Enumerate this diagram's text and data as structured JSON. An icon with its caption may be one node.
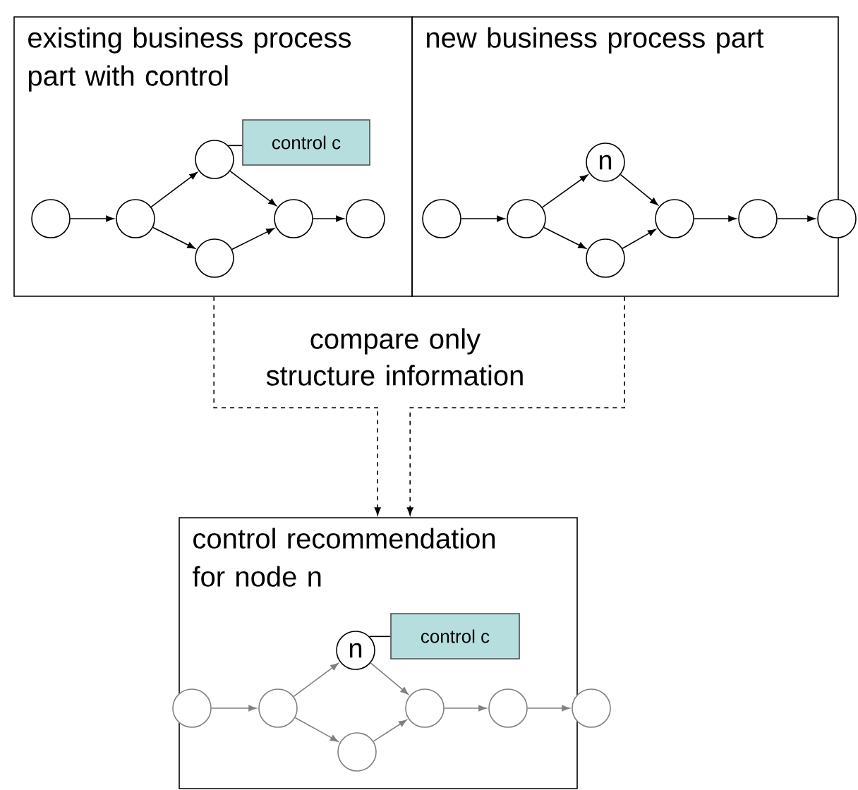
{
  "diagram": {
    "nodes": [
      {
        "text": [
          "existing business process part with control"
        ]
      },
      {
        "text": [],
        "shape": "circle",
        "in": 0
      },
      {
        "text": [],
        "shape": "circle",
        "in": 0
      },
      {
        "text": [],
        "shape": "circle",
        "in": 0
      },
      {
        "text": [],
        "shape": "circle",
        "in": 0
      },
      {
        "text": [],
        "shape": "circle",
        "in": 0
      },
      {
        "text": [],
        "shape": "circle",
        "in": 0
      },
      {
        "text": [
          "control c"
        ],
        "in": 0
      },
      {
        "text": [
          "new business process part"
        ]
      },
      {
        "text": [],
        "shape": "circle",
        "in": 8
      },
      {
        "text": [],
        "shape": "circle",
        "in": 8
      },
      {
        "text": [
          "n"
        ],
        "in": 8
      },
      {
        "text": [],
        "shape": "circle",
        "in": 8
      },
      {
        "text": [],
        "shape": "circle",
        "in": 8
      },
      {
        "text": [],
        "shape": "circle",
        "in": 8
      },
      {
        "text": [],
        "shape": "circle"
      },
      {
        "text": [
          "control recommendation for node n"
        ]
      },
      {
        "text": [],
        "shape": "circle"
      },
      {
        "text": [],
        "shape": "circle",
        "in": 16
      },
      {
        "text": [
          "n"
        ],
        "in": 16
      },
      {
        "text": [],
        "shape": "circle",
        "in": 16
      },
      {
        "text": [],
        "shape": "circle",
        "in": 16
      },
      {
        "text": [],
        "shape": "circle",
        "in": 16
      },
      {
        "text": [],
        "shape": "circle"
      },
      {
        "text": [
          "control c"
        ],
        "in": 16
      }
    ],
    "edges": [
      {
        "from": 1,
        "to": 2,
        "arrow": "to"
      },
      {
        "from": 2,
        "to": 3,
        "arrow": "to"
      },
      {
        "from": 2,
        "to": 4,
        "arrow": "to"
      },
      {
        "from": 3,
        "to": 5,
        "arrow": "to"
      },
      {
        "from": 4,
        "to": 5,
        "arrow": "to"
      },
      {
        "from": 5,
        "to": 6,
        "arrow": "to"
      },
      {
        "from": 3,
        "to": 7,
        "arrow": "none"
      },
      {
        "from": 9,
        "to": 10,
        "arrow": "to"
      },
      {
        "from": 10,
        "to": 11,
        "arrow": "to"
      },
      {
        "from": 10,
        "to": 12,
        "arrow": "to"
      },
      {
        "from": 11,
        "to": 13,
        "arrow": "to"
      },
      {
        "from": 12,
        "to": 13,
        "arrow": "to"
      },
      {
        "from": 13,
        "to": 14,
        "arrow": "to"
      },
      {
        "from": 14,
        "to": 15,
        "arrow": "to"
      },
      {
        "from": 17,
        "to": 18,
        "arrow": "to",
        "color": "#808080"
      },
      {
        "from": 18,
        "to": 19,
        "arrow": "to",
        "color": "#808080"
      },
      {
        "from": 18,
        "to": 20,
        "arrow": "to",
        "color": "#808080"
      },
      {
        "from": 19,
        "to": 21,
        "arrow": "to",
        "color": "#808080"
      },
      {
        "from": 20,
        "to": 21,
        "arrow": "to",
        "color": "#808080"
      },
      {
        "from": 21,
        "to": 22,
        "arrow": "to",
        "color": "#808080"
      },
      {
        "from": 22,
        "to": 23,
        "arrow": "to",
        "color": "#808080"
      },
      {
        "from": 19,
        "to": 24,
        "arrow": "none"
      },
      {
        "from": 0,
        "to": 16,
        "arrow": "to",
        "style": "dashed"
      },
      {
        "from": 8,
        "to": 16,
        "arrow": "to",
        "style": "dashed"
      }
    ],
    "labels": [
      "compare only structure information"
    ]
  }
}
